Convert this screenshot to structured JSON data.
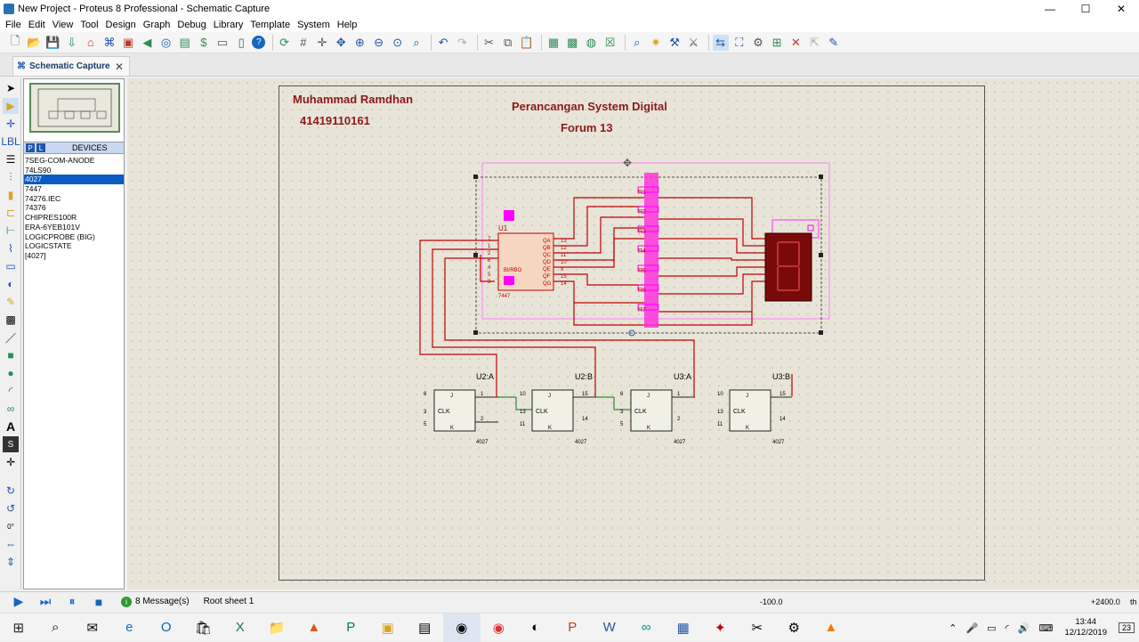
{
  "window": {
    "title": "New Project - Proteus 8 Professional - Schematic Capture",
    "controls": [
      "—",
      "☐",
      "✕"
    ]
  },
  "menu": [
    "File",
    "Edit",
    "View",
    "Tool",
    "Design",
    "Graph",
    "Debug",
    "Library",
    "Template",
    "System",
    "Help"
  ],
  "tab": {
    "label": "Schematic Capture",
    "close": "✕"
  },
  "device_panel": {
    "pick_button": "P",
    "lib_button": "L",
    "header": "DEVICES",
    "selected_index": 2,
    "items": [
      "7SEG-COM-ANODE",
      "74LS90",
      "4027",
      "7447",
      "74276.IEC",
      "74376",
      "CHIPRES100R",
      "ERA-6YEB101V",
      "LOGICPROBE (BIG)",
      "LOGICSTATE",
      "[4027]"
    ]
  },
  "schematic": {
    "author": "Muhammad Ramdhan",
    "student_id": "41419110161",
    "title": "Perancangan System Digital",
    "subtitle": "Forum  13",
    "decoder": {
      "ref": "U1",
      "part": "7447",
      "core": "BI/RBO",
      "right_pins": [
        "QA",
        "QB",
        "QC",
        "QD",
        "QE",
        "QF",
        "QG"
      ],
      "pin_numbers": [
        "13",
        "12",
        "11",
        "10",
        "9",
        "15",
        "14"
      ],
      "left_pins": [
        "7",
        "1",
        "2",
        "6",
        "4",
        "5",
        "3"
      ]
    },
    "resistor_labels": [
      "R1",
      "R2",
      "R3",
      "R4",
      "R5",
      "R6",
      "R7"
    ],
    "flipflops": [
      {
        "ref": "U2:A",
        "part": "4027",
        "clk": "CLK",
        "pins_left": [
          "6",
          "3",
          "5"
        ],
        "pins_right": [
          "1",
          "2"
        ],
        "j": "J",
        "k": "K"
      },
      {
        "ref": "U2:B",
        "part": "4027",
        "clk": "CLK",
        "pins_left": [
          "10",
          "13",
          "11"
        ],
        "pins_right": [
          "15",
          "14"
        ],
        "j": "J",
        "k": "K"
      },
      {
        "ref": "U3:A",
        "part": "4027",
        "clk": "CLK",
        "pins_left": [
          "6",
          "3",
          "5"
        ],
        "pins_right": [
          "1",
          "2"
        ],
        "j": "J",
        "k": "K"
      },
      {
        "ref": "U3:B",
        "part": "4027",
        "clk": "CLK",
        "pins_left": [
          "10",
          "13",
          "11"
        ],
        "pins_right": [
          "15",
          "14"
        ],
        "j": "J",
        "k": "K"
      }
    ]
  },
  "status": {
    "messages": "8 Message(s)",
    "message_count": "i",
    "sheet": "Root sheet 1",
    "coord_x": "-100.0",
    "coord_y": "+2400.0",
    "units": "th"
  },
  "rotation": "0°",
  "taskbar": {
    "time": "13:44",
    "date": "12/12/2019",
    "notifications": "23"
  },
  "colors": {
    "wire": "#c00000",
    "magenta": "#ff00ff",
    "canvas": "#e8e4d8",
    "annotation": "#8b1a1a",
    "selection": "#0a5cc4"
  }
}
